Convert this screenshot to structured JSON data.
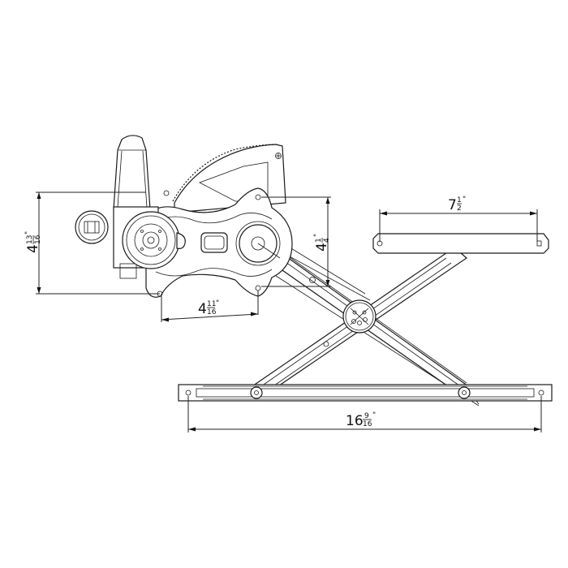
{
  "diagram": {
    "type": "technical-line-drawing",
    "subject": "power window regulator with motor",
    "dimensions": {
      "motor_height": {
        "whole": "4",
        "num": "13",
        "den": "16",
        "unit": "\""
      },
      "bracket_width": {
        "whole": "4",
        "num": "11",
        "den": "16",
        "unit": "\""
      },
      "pivot_height": {
        "whole": "4",
        "num": "1",
        "den": "4",
        "unit": "\""
      },
      "top_rail_length": {
        "whole": "7",
        "num": "1",
        "den": "2",
        "unit": "\""
      },
      "bottom_rail_length": {
        "whole": "16",
        "num": "9",
        "den": "16",
        "unit": "\""
      }
    },
    "parts": [
      {
        "id": "motor",
        "label": "motor"
      },
      {
        "id": "sector-gear",
        "label": "sector gear"
      },
      {
        "id": "mounting-bracket",
        "label": "mounting bracket"
      },
      {
        "id": "scissor-arms",
        "label": "scissor arms"
      },
      {
        "id": "top-glass-rail",
        "label": "top glass channel"
      },
      {
        "id": "bottom-rail",
        "label": "bottom guide rail"
      }
    ],
    "colors": {
      "line": "#1a1a1a",
      "background": "#ffffff"
    }
  }
}
